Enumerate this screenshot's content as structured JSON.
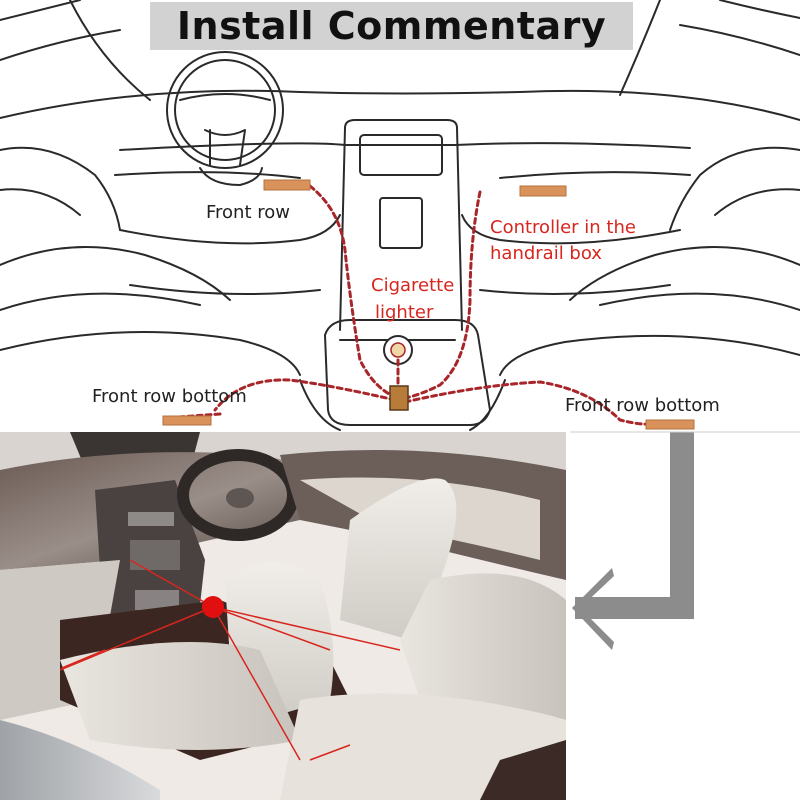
{
  "title": "Install Commentary",
  "labels": {
    "front_row": "Front row",
    "controller_line1": "Controller in the",
    "controller_line2": "handrail box",
    "cigarette_line1": "Cigarette",
    "cigarette_line2": "lighter",
    "front_row_bottom_left": "Front row bottom",
    "front_row_bottom_right": "Front row bottom"
  },
  "colors": {
    "wire": "#a8262a",
    "led_strip": "#d9925a",
    "label_red": "#d8261e",
    "arrow": "#8c8c8c",
    "banner": "#d2d2d2"
  },
  "icons": {
    "steering_wheel": "steering-wheel-icon",
    "cigarette_plug": "cigarette-plug-icon",
    "controller": "controller-box-icon"
  }
}
